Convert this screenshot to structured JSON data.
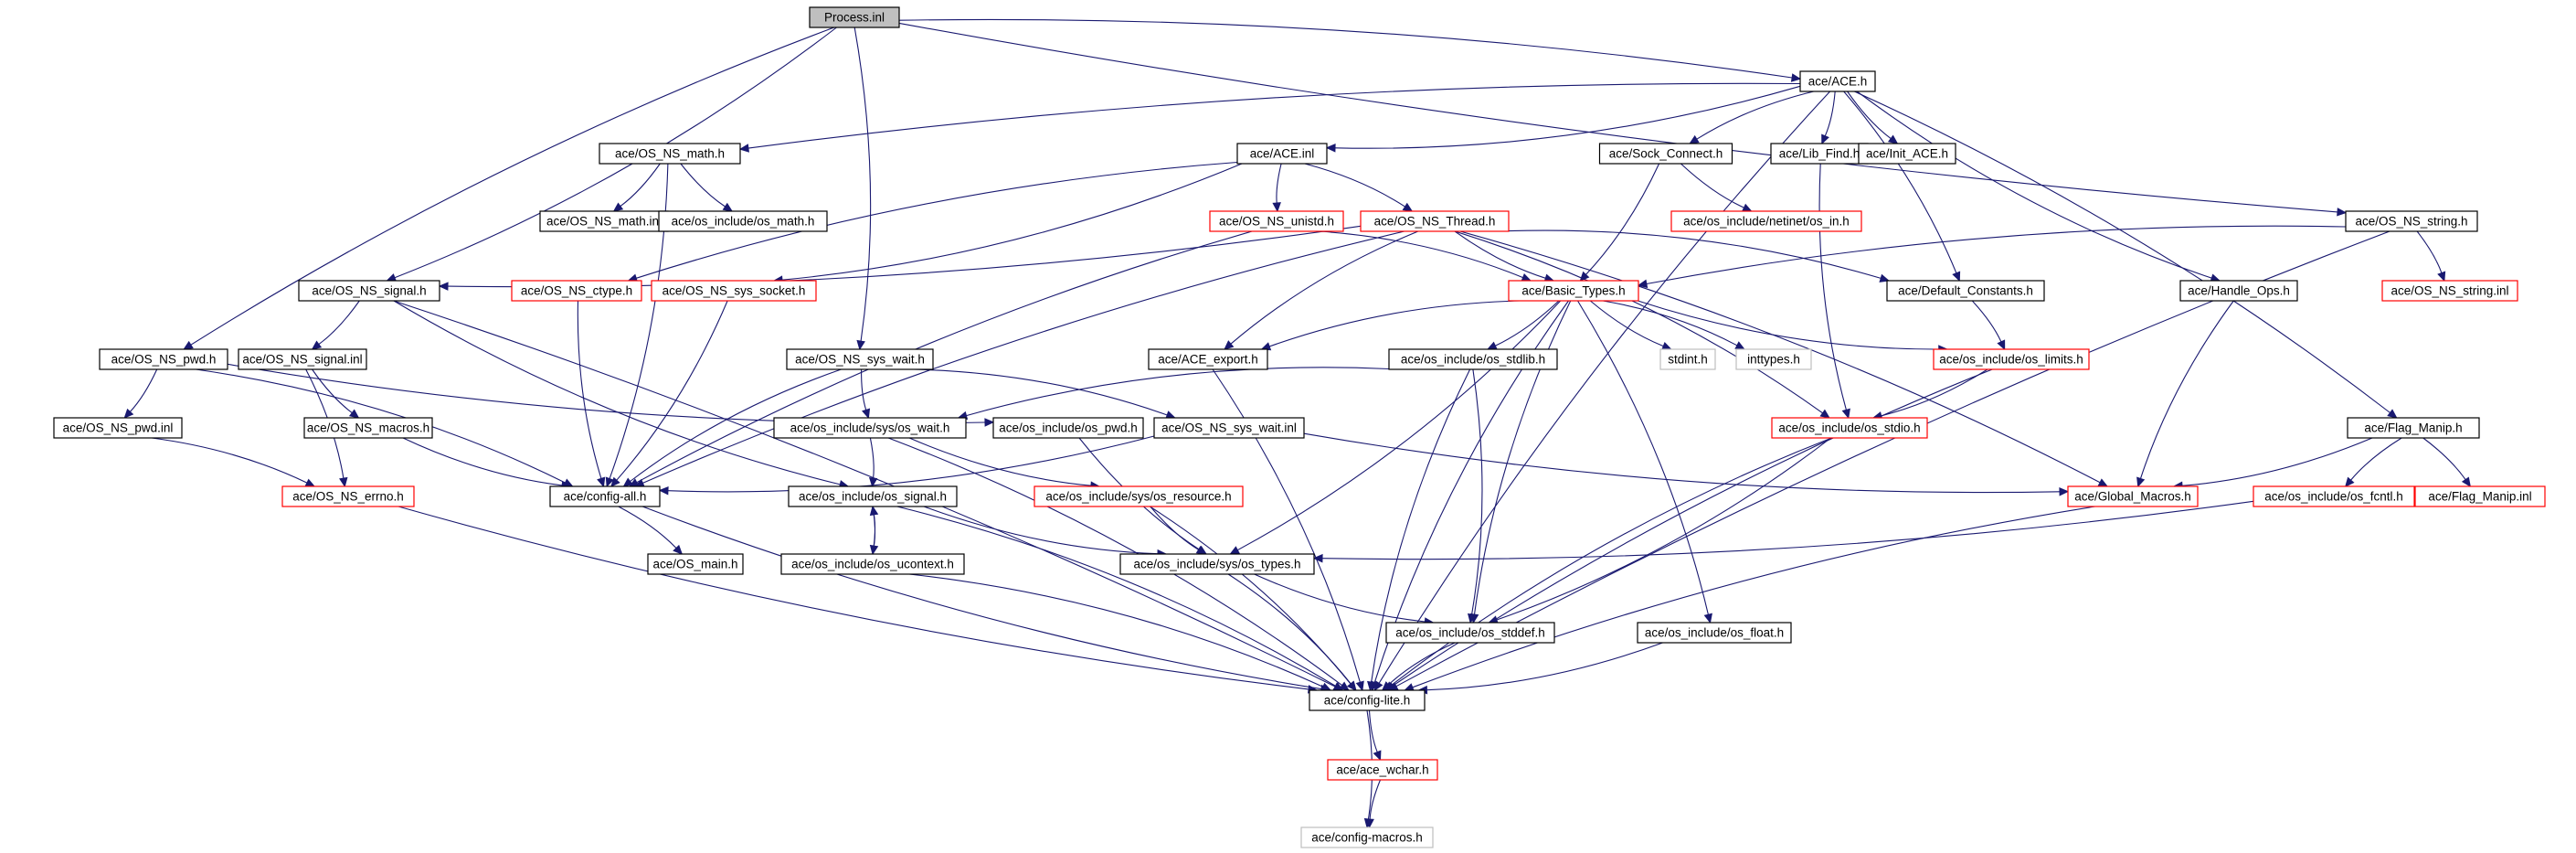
{
  "graph": {
    "nodes": [
      {
        "id": "n0",
        "label": "Process.inl",
        "style": "root"
      },
      {
        "id": "n1",
        "label": "ace/ACE.h",
        "style": "normal"
      },
      {
        "id": "n2",
        "label": "ace/OS_NS_math.h",
        "style": "normal"
      },
      {
        "id": "n3",
        "label": "ace/ACE.inl",
        "style": "normal"
      },
      {
        "id": "n4",
        "label": "ace/Sock_Connect.h",
        "style": "normal"
      },
      {
        "id": "n5",
        "label": "ace/Lib_Find.h",
        "style": "normal"
      },
      {
        "id": "n6",
        "label": "ace/Init_ACE.h",
        "style": "normal"
      },
      {
        "id": "n7",
        "label": "ace/OS_NS_math.inl",
        "style": "normal"
      },
      {
        "id": "n8",
        "label": "ace/os_include/os_math.h",
        "style": "normal"
      },
      {
        "id": "n9",
        "label": "ace/OS_NS_unistd.h",
        "style": "red"
      },
      {
        "id": "n10",
        "label": "ace/OS_NS_Thread.h",
        "style": "red"
      },
      {
        "id": "n11",
        "label": "ace/os_include/netinet/os_in.h",
        "style": "red"
      },
      {
        "id": "n12",
        "label": "ace/OS_NS_string.h",
        "style": "normal"
      },
      {
        "id": "n13",
        "label": "ace/OS_NS_signal.h",
        "style": "normal"
      },
      {
        "id": "n14",
        "label": "ace/OS_NS_ctype.h",
        "style": "red"
      },
      {
        "id": "n15",
        "label": "ace/OS_NS_sys_socket.h",
        "style": "red"
      },
      {
        "id": "n16",
        "label": "ace/Basic_Types.h",
        "style": "red"
      },
      {
        "id": "n17",
        "label": "ace/Default_Constants.h",
        "style": "normal"
      },
      {
        "id": "n18",
        "label": "ace/Handle_Ops.h",
        "style": "normal"
      },
      {
        "id": "n19",
        "label": "ace/OS_NS_string.inl",
        "style": "red"
      },
      {
        "id": "n20",
        "label": "ace/OS_NS_pwd.h",
        "style": "normal"
      },
      {
        "id": "n21",
        "label": "ace/OS_NS_signal.inl",
        "style": "normal"
      },
      {
        "id": "n22",
        "label": "ace/OS_NS_sys_wait.h",
        "style": "normal"
      },
      {
        "id": "n23",
        "label": "ace/ACE_export.h",
        "style": "normal"
      },
      {
        "id": "n24",
        "label": "ace/os_include/os_stdlib.h",
        "style": "normal"
      },
      {
        "id": "n25",
        "label": "stdint.h",
        "style": "gray"
      },
      {
        "id": "n26",
        "label": "inttypes.h",
        "style": "gray"
      },
      {
        "id": "n27",
        "label": "ace/os_include/os_limits.h",
        "style": "red"
      },
      {
        "id": "n28",
        "label": "ace/OS_NS_pwd.inl",
        "style": "normal"
      },
      {
        "id": "n29",
        "label": "ace/OS_NS_macros.h",
        "style": "normal"
      },
      {
        "id": "n30",
        "label": "ace/os_include/sys/os_wait.h",
        "style": "normal"
      },
      {
        "id": "n31",
        "label": "ace/os_include/os_pwd.h",
        "style": "normal"
      },
      {
        "id": "n32",
        "label": "ace/OS_NS_sys_wait.inl",
        "style": "normal"
      },
      {
        "id": "n33",
        "label": "ace/os_include/os_stdio.h",
        "style": "red"
      },
      {
        "id": "n34",
        "label": "ace/Flag_Manip.h",
        "style": "normal"
      },
      {
        "id": "n35",
        "label": "ace/OS_NS_errno.h",
        "style": "red"
      },
      {
        "id": "n36",
        "label": "ace/config-all.h",
        "style": "normal"
      },
      {
        "id": "n37",
        "label": "ace/os_include/os_signal.h",
        "style": "normal"
      },
      {
        "id": "n38",
        "label": "ace/os_include/sys/os_resource.h",
        "style": "red"
      },
      {
        "id": "n39",
        "label": "ace/Global_Macros.h",
        "style": "red"
      },
      {
        "id": "n40",
        "label": "ace/os_include/os_fcntl.h",
        "style": "red"
      },
      {
        "id": "n41",
        "label": "ace/Flag_Manip.inl",
        "style": "red"
      },
      {
        "id": "n42",
        "label": "ace/OS_main.h",
        "style": "normal"
      },
      {
        "id": "n43",
        "label": "ace/os_include/os_ucontext.h",
        "style": "normal"
      },
      {
        "id": "n44",
        "label": "ace/os_include/sys/os_types.h",
        "style": "normal"
      },
      {
        "id": "n45",
        "label": "ace/os_include/os_stddef.h",
        "style": "normal"
      },
      {
        "id": "n46",
        "label": "ace/os_include/os_float.h",
        "style": "normal"
      },
      {
        "id": "n47",
        "label": "ace/config-lite.h",
        "style": "normal"
      },
      {
        "id": "n48",
        "label": "ace/ace_wchar.h",
        "style": "red"
      },
      {
        "id": "n49",
        "label": "ace/config-macros.h",
        "style": "gray"
      }
    ],
    "edges": [
      [
        "n0",
        "n1"
      ],
      [
        "n0",
        "n12"
      ],
      [
        "n0",
        "n13"
      ],
      [
        "n0",
        "n20"
      ],
      [
        "n0",
        "n22"
      ],
      [
        "n1",
        "n2"
      ],
      [
        "n1",
        "n3"
      ],
      [
        "n1",
        "n4"
      ],
      [
        "n1",
        "n5"
      ],
      [
        "n1",
        "n6"
      ],
      [
        "n1",
        "n17"
      ],
      [
        "n1",
        "n18"
      ],
      [
        "n1",
        "n34"
      ],
      [
        "n1",
        "n47"
      ],
      [
        "n2",
        "n7"
      ],
      [
        "n2",
        "n8"
      ],
      [
        "n2",
        "n36"
      ],
      [
        "n3",
        "n9"
      ],
      [
        "n3",
        "n10"
      ],
      [
        "n3",
        "n14"
      ],
      [
        "n3",
        "n15"
      ],
      [
        "n4",
        "n11"
      ],
      [
        "n4",
        "n16"
      ],
      [
        "n5",
        "n33"
      ],
      [
        "n9",
        "n16"
      ],
      [
        "n9",
        "n36"
      ],
      [
        "n10",
        "n13"
      ],
      [
        "n10",
        "n16"
      ],
      [
        "n10",
        "n17"
      ],
      [
        "n10",
        "n23"
      ],
      [
        "n10",
        "n33"
      ],
      [
        "n10",
        "n36"
      ],
      [
        "n10",
        "n39"
      ],
      [
        "n12",
        "n16"
      ],
      [
        "n12",
        "n19"
      ],
      [
        "n12",
        "n47"
      ],
      [
        "n13",
        "n21"
      ],
      [
        "n13",
        "n37"
      ],
      [
        "n13",
        "n47"
      ],
      [
        "n14",
        "n36"
      ],
      [
        "n15",
        "n36"
      ],
      [
        "n16",
        "n23"
      ],
      [
        "n16",
        "n24"
      ],
      [
        "n16",
        "n25"
      ],
      [
        "n16",
        "n26"
      ],
      [
        "n16",
        "n27"
      ],
      [
        "n16",
        "n44"
      ],
      [
        "n16",
        "n45"
      ],
      [
        "n16",
        "n46"
      ],
      [
        "n16",
        "n47"
      ],
      [
        "n17",
        "n27"
      ],
      [
        "n18",
        "n39"
      ],
      [
        "n20",
        "n28"
      ],
      [
        "n20",
        "n31"
      ],
      [
        "n20",
        "n36"
      ],
      [
        "n21",
        "n29"
      ],
      [
        "n21",
        "n35"
      ],
      [
        "n22",
        "n30"
      ],
      [
        "n22",
        "n32"
      ],
      [
        "n22",
        "n36"
      ],
      [
        "n23",
        "n47"
      ],
      [
        "n24",
        "n30"
      ],
      [
        "n24",
        "n45"
      ],
      [
        "n24",
        "n47"
      ],
      [
        "n27",
        "n33"
      ],
      [
        "n27",
        "n47"
      ],
      [
        "n28",
        "n35"
      ],
      [
        "n29",
        "n36"
      ],
      [
        "n30",
        "n37"
      ],
      [
        "n30",
        "n38"
      ],
      [
        "n30",
        "n47"
      ],
      [
        "n31",
        "n44"
      ],
      [
        "n32",
        "n36"
      ],
      [
        "n32",
        "n39"
      ],
      [
        "n33",
        "n45"
      ],
      [
        "n33",
        "n47"
      ],
      [
        "n34",
        "n39"
      ],
      [
        "n34",
        "n40"
      ],
      [
        "n34",
        "n41"
      ],
      [
        "n35",
        "n47"
      ],
      [
        "n36",
        "n42"
      ],
      [
        "n36",
        "n47"
      ],
      [
        "n37",
        "n43"
      ],
      [
        "n37",
        "n44"
      ],
      [
        "n37",
        "n47"
      ],
      [
        "n38",
        "n44"
      ],
      [
        "n38",
        "n47"
      ],
      [
        "n39",
        "n47"
      ],
      [
        "n40",
        "n44"
      ],
      [
        "n43",
        "n37"
      ],
      [
        "n43",
        "n47"
      ],
      [
        "n44",
        "n45"
      ],
      [
        "n44",
        "n47"
      ],
      [
        "n45",
        "n47"
      ],
      [
        "n46",
        "n47"
      ],
      [
        "n47",
        "n48"
      ],
      [
        "n47",
        "n49"
      ],
      [
        "n48",
        "n49"
      ]
    ]
  }
}
